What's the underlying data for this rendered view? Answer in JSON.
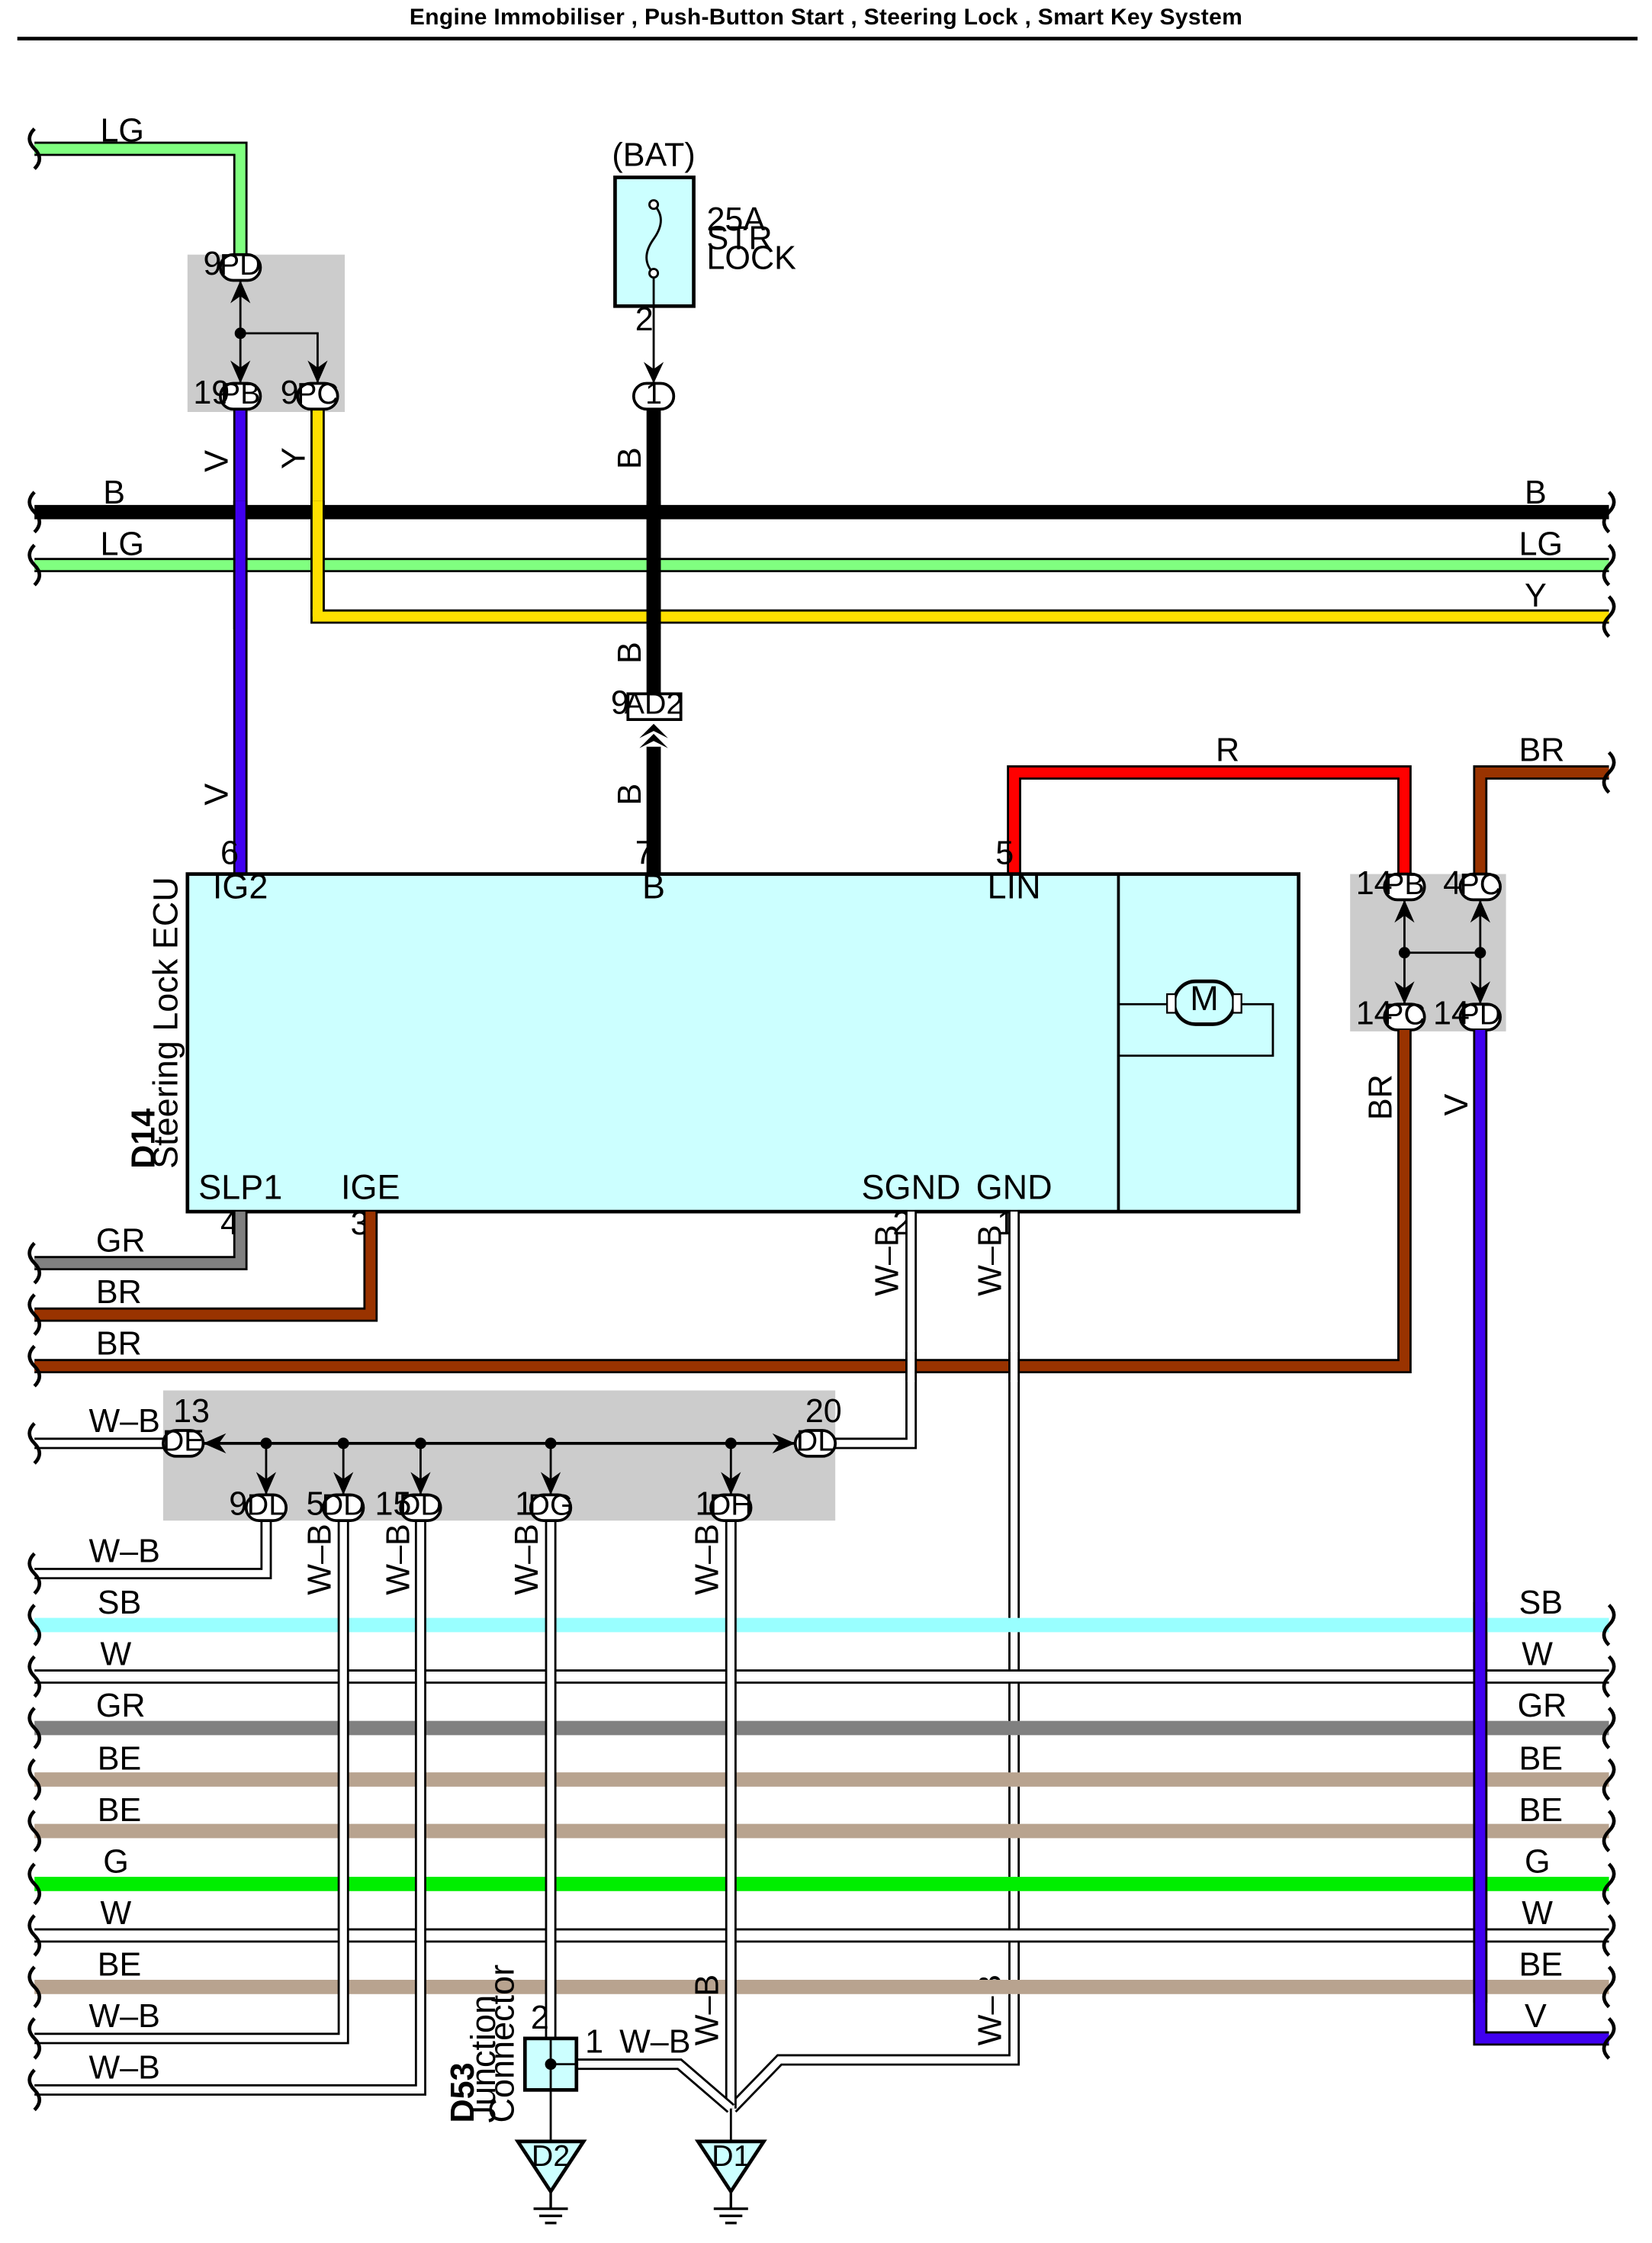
{
  "title": "Engine Immobiliser , Push-Button Start , Steering Lock , Smart Key System",
  "colors": {
    "B": "#000000",
    "LG": "#80ff80",
    "Y": "#ffe000",
    "V": "#4000f0",
    "R": "#ff0000",
    "BR": "#993300",
    "GR": "#808080",
    "SB": "#99ffff",
    "W": "#ffffff",
    "BE": "#b8a38f",
    "G": "#00ee00",
    "W-B": "#ffffff",
    "ecu_fill": "#ccffff",
    "junction_fill": "#cccccc"
  },
  "fuse": {
    "source": "(BAT)",
    "line1": "25A",
    "line2": "STR",
    "line3": "LOCK",
    "pin": "2"
  },
  "ecu": {
    "code": "D14",
    "name": "Steering Lock ECU",
    "motor": "M",
    "terminals": {
      "ig2": {
        "name": "IG2",
        "pin": "6"
      },
      "b": {
        "name": "B",
        "pin": "7"
      },
      "lin": {
        "name": "LIN",
        "pin": "5"
      },
      "slp1": {
        "name": "SLP1",
        "pin": "4"
      },
      "ige": {
        "name": "IGE",
        "pin": "3"
      },
      "sgnd": {
        "name": "SGND",
        "pin": "2"
      },
      "gnd": {
        "name": "GND",
        "pin": "1"
      }
    }
  },
  "connectors": {
    "pd_top": {
      "id": "PD",
      "pin": "9"
    },
    "pb_top": {
      "id": "PB",
      "pin": "19"
    },
    "pc_top": {
      "id": "PC",
      "pin": "9"
    },
    "fuse_out": {
      "id": "1"
    },
    "ad2": {
      "id": "AD2",
      "pin": "9"
    },
    "pb_right": {
      "id": "PB",
      "pin": "14"
    },
    "pc_right": {
      "id": "PC",
      "pin": "4"
    },
    "pc_right_low": {
      "id": "PC",
      "pin": "14"
    },
    "pd_right_low": {
      "id": "PD",
      "pin": "14"
    },
    "de": {
      "id": "DE",
      "pin": "13"
    },
    "dl_right": {
      "id": "DL",
      "pin": "20"
    },
    "dl_low": {
      "id": "DL",
      "pin": "9"
    },
    "dd_a": {
      "id": "DD",
      "pin": "5"
    },
    "dd_b": {
      "id": "DD",
      "pin": "15"
    },
    "dg": {
      "id": "DG",
      "pin": "1"
    },
    "dh": {
      "id": "DH",
      "pin": "1"
    }
  },
  "junction_connector": {
    "code": "D53",
    "name_line1": "Junction",
    "name_line2": "Connector",
    "pin_top": "2",
    "pin_right": "1"
  },
  "grounds": {
    "d2": "D2",
    "d1": "D1"
  },
  "wire_labels": {
    "lg_top": "LG",
    "v_upper": "V",
    "y_upper": "Y",
    "b_fuse": "B",
    "bus_b_left": "B",
    "bus_b_right": "B",
    "bus_lg_left": "LG",
    "bus_lg_right": "LG",
    "bus_y_right": "Y",
    "b_mid": "B",
    "b_low": "B",
    "v_low": "V",
    "r_top": "R",
    "br_top": "BR",
    "br_right_v": "BR",
    "v_right_v": "V",
    "gr_left": "GR",
    "br_left_1": "BR",
    "br_left_2": "BR",
    "wb_sgnd": "W–B",
    "wb_gnd": "W–B",
    "wb_de": "W–B",
    "wb_dl": "W–B",
    "wb_dd_a": "W–B",
    "wb_dd_b": "W–B",
    "wb_dg": "W–B",
    "wb_dh": "W–B",
    "sb_left": "SB",
    "sb_right": "SB",
    "w1_left": "W",
    "w1_right": "W",
    "gr2_left": "GR",
    "gr2_right": "GR",
    "be1_left": "BE",
    "be1_right": "BE",
    "be2_left": "BE",
    "be2_right": "BE",
    "g_left": "G",
    "g_right": "G",
    "w2_left": "W",
    "w2_right": "W",
    "be3_left": "BE",
    "be3_right": "BE",
    "v_bottom_right": "V",
    "wb_bot_1": "W–B",
    "wb_bot_2": "W–B",
    "wb_d53": "W–B",
    "wb_d1_a": "W–B",
    "wb_d1_b": "W–B"
  }
}
